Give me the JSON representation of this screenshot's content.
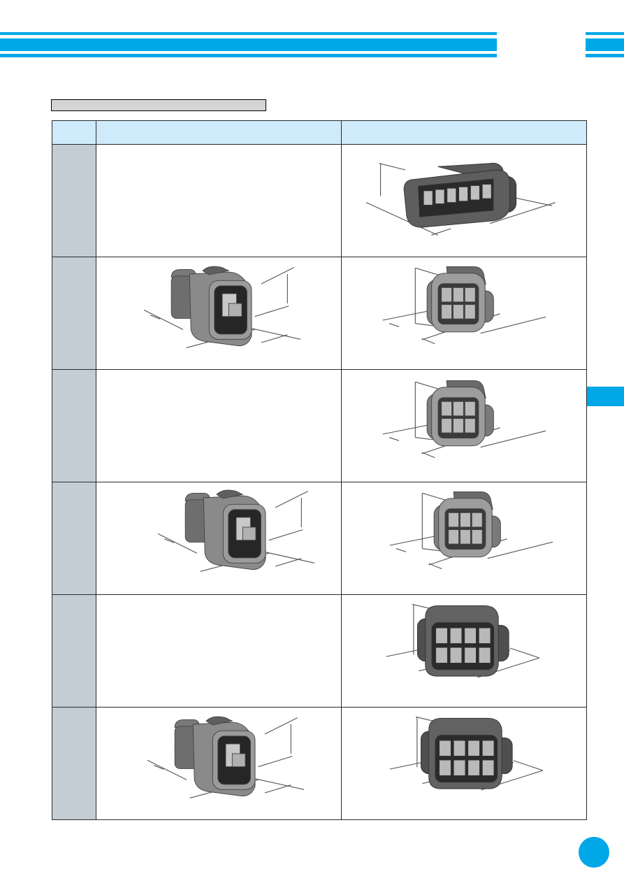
{
  "header": {
    "color": "#00a8e8"
  },
  "section_label": "",
  "table": {
    "header_fill": "#cfeafa",
    "size_fill": "#c4cdd3",
    "columns": [
      "",
      "",
      ""
    ],
    "rows": [
      {
        "male": null,
        "female": "6-pole-female-housing-tab-lock-dark"
      },
      {
        "male": "6-pole-male-housing",
        "female": "6-pole-female-housing"
      },
      {
        "male": null,
        "female": "6-pole-female-housing-light"
      },
      {
        "male": "6-pole-male-housing-b",
        "female": "6-pole-female-housing-b"
      },
      {
        "male": null,
        "female": "8-pole-female-housing"
      },
      {
        "male": "8-pole-male-housing",
        "female": "8-pole-female-housing-b"
      }
    ]
  }
}
